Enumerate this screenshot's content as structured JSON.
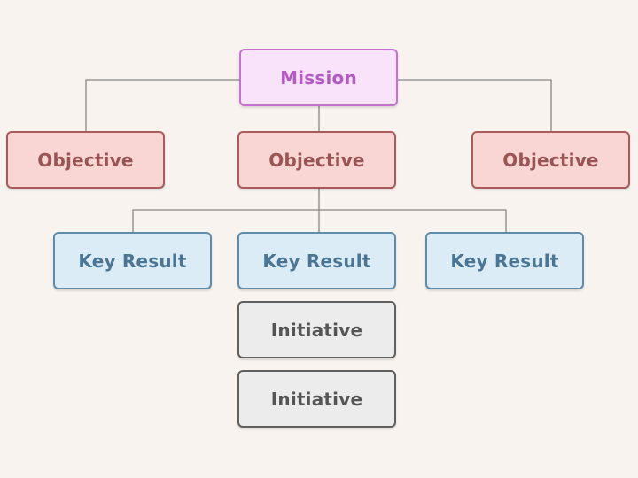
{
  "mission": {
    "label": "Mission"
  },
  "objectives": [
    {
      "label": "Objective"
    },
    {
      "label": "Objective"
    },
    {
      "label": "Objective"
    }
  ],
  "key_results": [
    {
      "label": "Key Result"
    },
    {
      "label": "Key Result"
    },
    {
      "label": "Key Result"
    }
  ],
  "initiatives": [
    {
      "label": "Initiative"
    },
    {
      "label": "Initiative"
    }
  ],
  "colors": {
    "background": "#f8f3ef",
    "connector": "#888888",
    "mission": {
      "fill": "#f8e3fa",
      "border": "#c471d0",
      "text": "#b35bc2"
    },
    "objective": {
      "fill": "#f9d5d4",
      "border": "#ab5a5a",
      "text": "#9a5454"
    },
    "key_result": {
      "fill": "#dcecf7",
      "border": "#5f8cab",
      "text": "#4a7594"
    },
    "initiative": {
      "fill": "#ececec",
      "border": "#606060",
      "text": "#555555"
    }
  }
}
